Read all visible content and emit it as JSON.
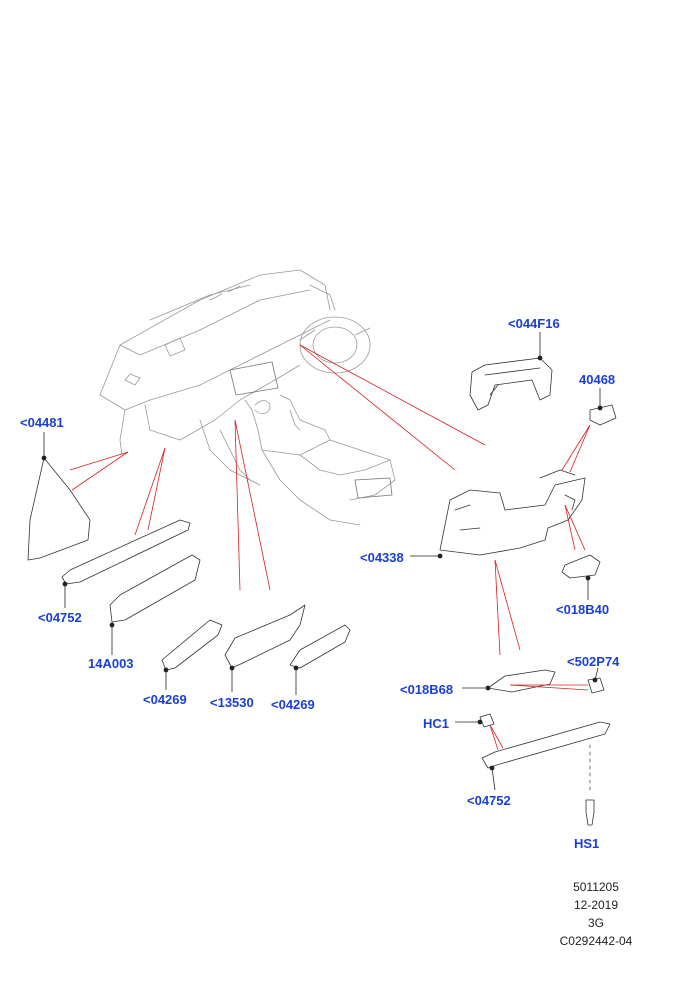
{
  "parts": [
    {
      "id": "lbl-044f16",
      "label": "<044F16"
    },
    {
      "id": "lbl-40468",
      "label": "40468"
    },
    {
      "id": "lbl-04481",
      "label": "<04481"
    },
    {
      "id": "lbl-04338",
      "label": "<04338"
    },
    {
      "id": "lbl-018b40",
      "label": "<018B40"
    },
    {
      "id": "lbl-04752-a",
      "label": "<04752"
    },
    {
      "id": "lbl-14a003",
      "label": "14A003"
    },
    {
      "id": "lbl-04269-a",
      "label": "<04269"
    },
    {
      "id": "lbl-13530",
      "label": "<13530"
    },
    {
      "id": "lbl-04269-b",
      "label": "<04269"
    },
    {
      "id": "lbl-502p74",
      "label": "<502P74"
    },
    {
      "id": "lbl-018b68",
      "label": "<018B68"
    },
    {
      "id": "lbl-hc1",
      "label": "HC1"
    },
    {
      "id": "lbl-04752-b",
      "label": "<04752"
    },
    {
      "id": "lbl-hs1",
      "label": "HS1"
    }
  ],
  "footer": {
    "line1": "5011205",
    "line2": "12-2019",
    "line3": "3G",
    "line4": "C0292442-04"
  },
  "colors": {
    "label": "#1a3fd6",
    "leader": "#d42020",
    "outline": "#222222"
  }
}
